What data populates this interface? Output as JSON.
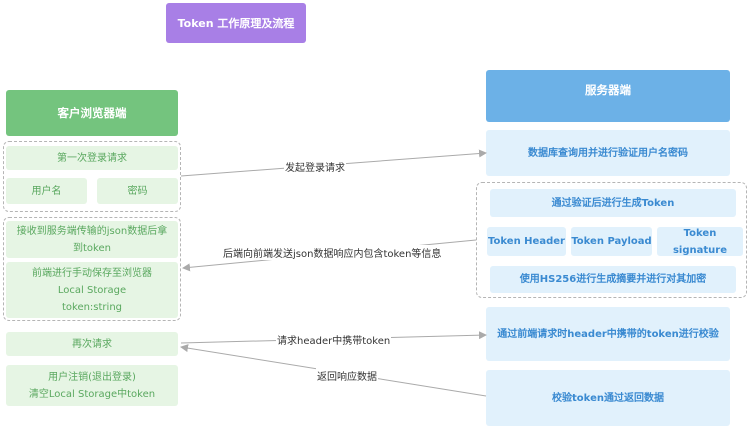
{
  "title": "Token 工作原理及流程",
  "client": {
    "header": "客户浏览器端",
    "first_login": "第一次登录请求",
    "username": "用户名",
    "password": "密码",
    "receive_json": "接收到服务端传输的json数据后拿到token",
    "frontend_save": "前端进行手动保存至浏览器",
    "local_storage": "Local Storage",
    "token_string": "token:string",
    "request_again": "再次请求",
    "logout": "用户注销(退出登录)",
    "clear_storage": "清空Local Storage中token"
  },
  "server": {
    "header": "服务器端",
    "db_query": "数据库查询用并进行验证用户名密码",
    "generate_token": "通过验证后进行生成Token",
    "token_header": "Token Header",
    "token_payload": "Token Payload",
    "token_signature": "Token signature",
    "hs256": "使用HS256进行生成摘要并进行对其加密",
    "verify": "通过前端请求时header中携带的token进行校验",
    "verify_return": "校验token通过返回数据"
  },
  "edges": {
    "login_request": "发起登录请求",
    "return_json": "后端向前端发送json数据响应内包含token等信息",
    "header_token": "请求header中携带token",
    "return_data": "返回响应数据"
  },
  "colors": {
    "title": "#a87fe6",
    "client_header": "#74c47e",
    "server_header": "#6cb1e7",
    "client_box": "#e6f5e4",
    "server_box": "#e1f1fc"
  }
}
